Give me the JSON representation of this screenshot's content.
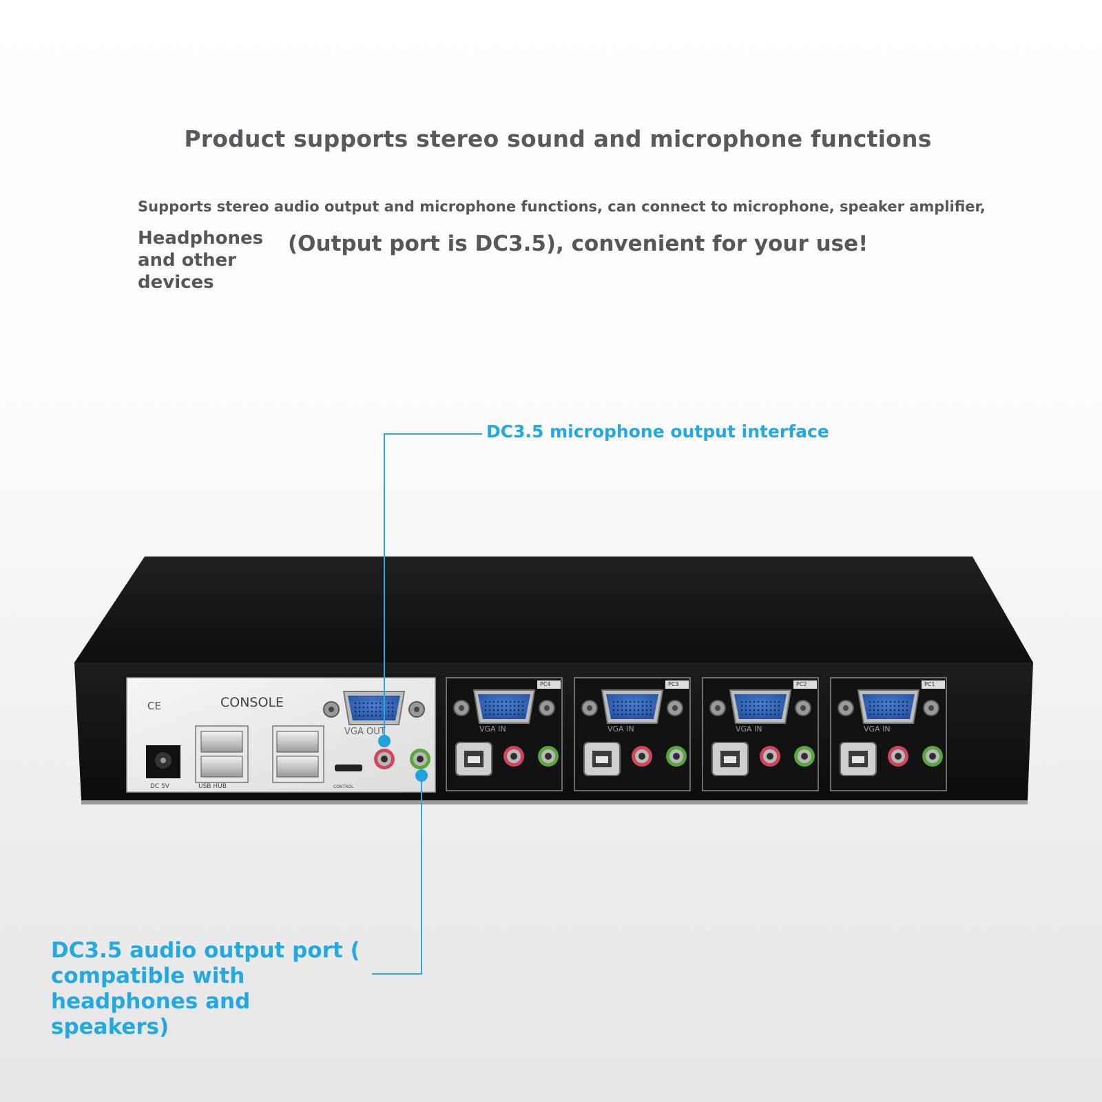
{
  "headline": "Product supports stereo sound and microphone functions",
  "description": {
    "line1": "Supports stereo audio output and microphone functions, can connect to microphone, speaker amplifier,",
    "line2_part1": "Headphones and other devices",
    "line2_part2": "(Output port is DC3.5), convenient for your use!"
  },
  "callouts": {
    "mic": "DC3.5 microphone output interface",
    "audio": "DC3.5 audio output port ( compatible with headphones and speakers)"
  },
  "device": {
    "console_label": "CONSOLE",
    "ce_mark": "CE",
    "vga_out_label": "VGA OUT",
    "dc_label": "DC 5V",
    "usb_hub_label": "USB HUB",
    "control_label": "CONTROL",
    "vga_in_label": "VGA IN",
    "pc_labels": [
      "PC4",
      "PC3",
      "PC2",
      "PC1"
    ]
  },
  "colors": {
    "accent": "#23a9e1",
    "text": "#55575b",
    "chassis": "#151515",
    "vga_blue": "#2c5fb2",
    "mic_red": "#d2455c",
    "audio_green": "#5aa83a"
  }
}
